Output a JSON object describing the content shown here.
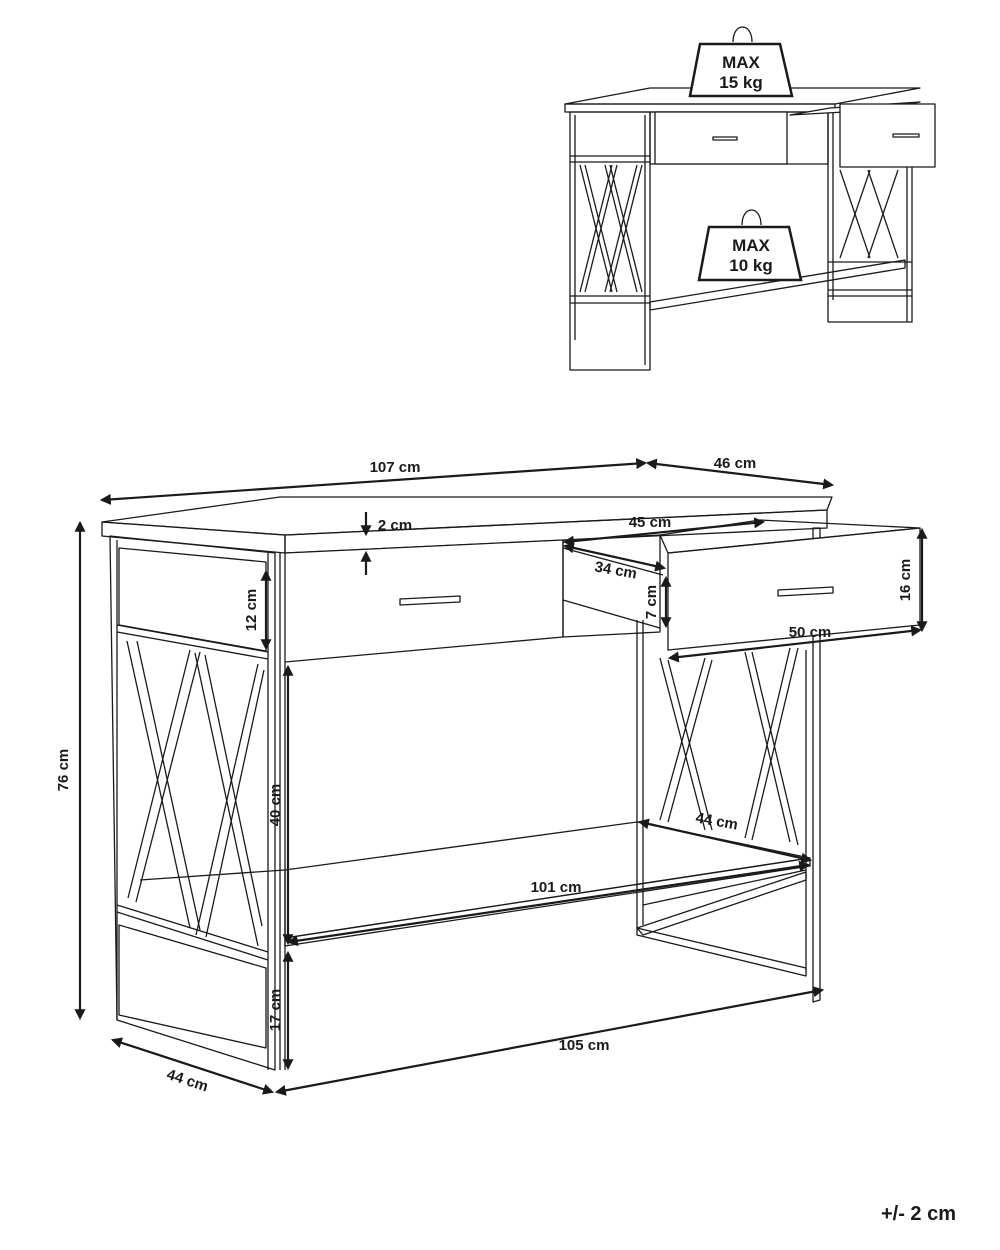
{
  "weights": {
    "top": {
      "line1": "MAX",
      "line2": "15 kg"
    },
    "shelf": {
      "line1": "MAX",
      "line2": "10 kg"
    }
  },
  "dimensions": {
    "total_width": "107 cm",
    "total_depth": "46 cm",
    "top_thickness": "2 cm",
    "drawer_inner_depth": "45 cm",
    "drawer_inner_width": "34 cm",
    "drawer_inner_height": "7 cm",
    "drawer_height": "16 cm",
    "drawer_width": "50 cm",
    "apron_height": "12 cm",
    "total_height": "76 cm",
    "shelf_gap_height": "40 cm",
    "shelf_depth": "44 cm",
    "shelf_width": "101 cm",
    "base_height": "17 cm",
    "base_depth": "44 cm",
    "base_width": "105 cm"
  },
  "tolerance": "+/- 2 cm",
  "colors": {
    "line": "#1a1a1a",
    "background": "#ffffff"
  }
}
